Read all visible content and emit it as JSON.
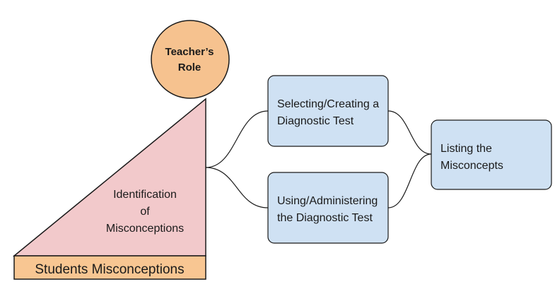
{
  "diagram": {
    "circle": {
      "line1": "Teacher’s",
      "line2": "Role"
    },
    "triangle": {
      "line1": "Identification",
      "line2": "of",
      "line3": "Misconceptions"
    },
    "base": {
      "label": "Students Misconceptions"
    },
    "box1": {
      "line1": "Selecting/Creating a",
      "line2": "Diagnostic Test"
    },
    "box2": {
      "line1": "Using/Administering",
      "line2": "the Diagnostic Test"
    },
    "box3": {
      "line1": "Listing the",
      "line2": "Misconcepts"
    }
  },
  "colors": {
    "circle_fill": "#f6c28f",
    "triangle_fill": "#f2c9cb",
    "base_fill": "#f8c692",
    "box_fill": "#cfe1f3",
    "stroke": "#1a1a1a"
  }
}
